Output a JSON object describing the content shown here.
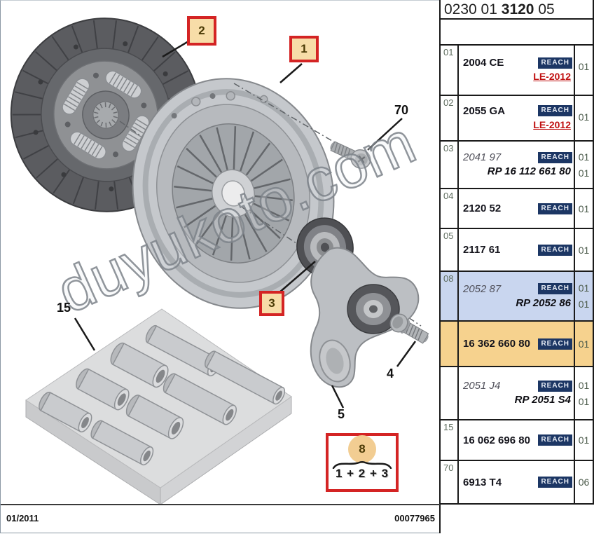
{
  "header": {
    "code": {
      "pre": "0230 01",
      "bold": "3120",
      "post": "05"
    }
  },
  "table": {
    "reach_label": "REACH",
    "rows": [
      {
        "ref": "01",
        "code": "2004 CE",
        "qty": "01",
        "secondary": "LE-2012"
      },
      {
        "ref": "02",
        "code": "2055 GA",
        "qty": "01",
        "secondary": "LE-2012"
      },
      {
        "ref": "03",
        "code": "2041 97",
        "qty": "01",
        "secondary": "RP 16 112 661 80",
        "qty2": "01"
      },
      {
        "ref": "04",
        "code": "2120 52",
        "qty": "01"
      },
      {
        "ref": "05",
        "code": "2117 61",
        "qty": "01"
      },
      {
        "ref": "08",
        "code": "2052 87",
        "qty": "01",
        "secondary": "RP 2052 86",
        "qty2": "01"
      },
      {
        "ref": "",
        "code": "16 362 660 80",
        "qty": "01"
      },
      {
        "ref": "",
        "code": "2051 J4",
        "qty": "01",
        "secondary": "RP 2051 S4",
        "qty2": "01"
      },
      {
        "ref": "15",
        "code": "16 062 696 80",
        "qty": "01"
      },
      {
        "ref": "70",
        "code": "6913 T4",
        "qty": "06"
      }
    ]
  },
  "diagram": {
    "callouts": {
      "c1": "1",
      "c2": "2",
      "c3": "3"
    },
    "labels": {
      "l70": "70",
      "l15": "15",
      "l4": "4",
      "l5": "5"
    },
    "legend": {
      "ref": "8",
      "formula": "1 + 2 + 3"
    }
  },
  "watermark": "duyukoto.com",
  "footer": {
    "date": "01/2011",
    "number": "00077965"
  },
  "colors": {
    "accent_red": "#d42424",
    "callout_bg": "#f7dda8",
    "reach_bg": "#1c3664",
    "row_highlight_blue": "#c9d6ef",
    "row_highlight_orange": "#f6d28e",
    "link_red": "#c01010"
  }
}
